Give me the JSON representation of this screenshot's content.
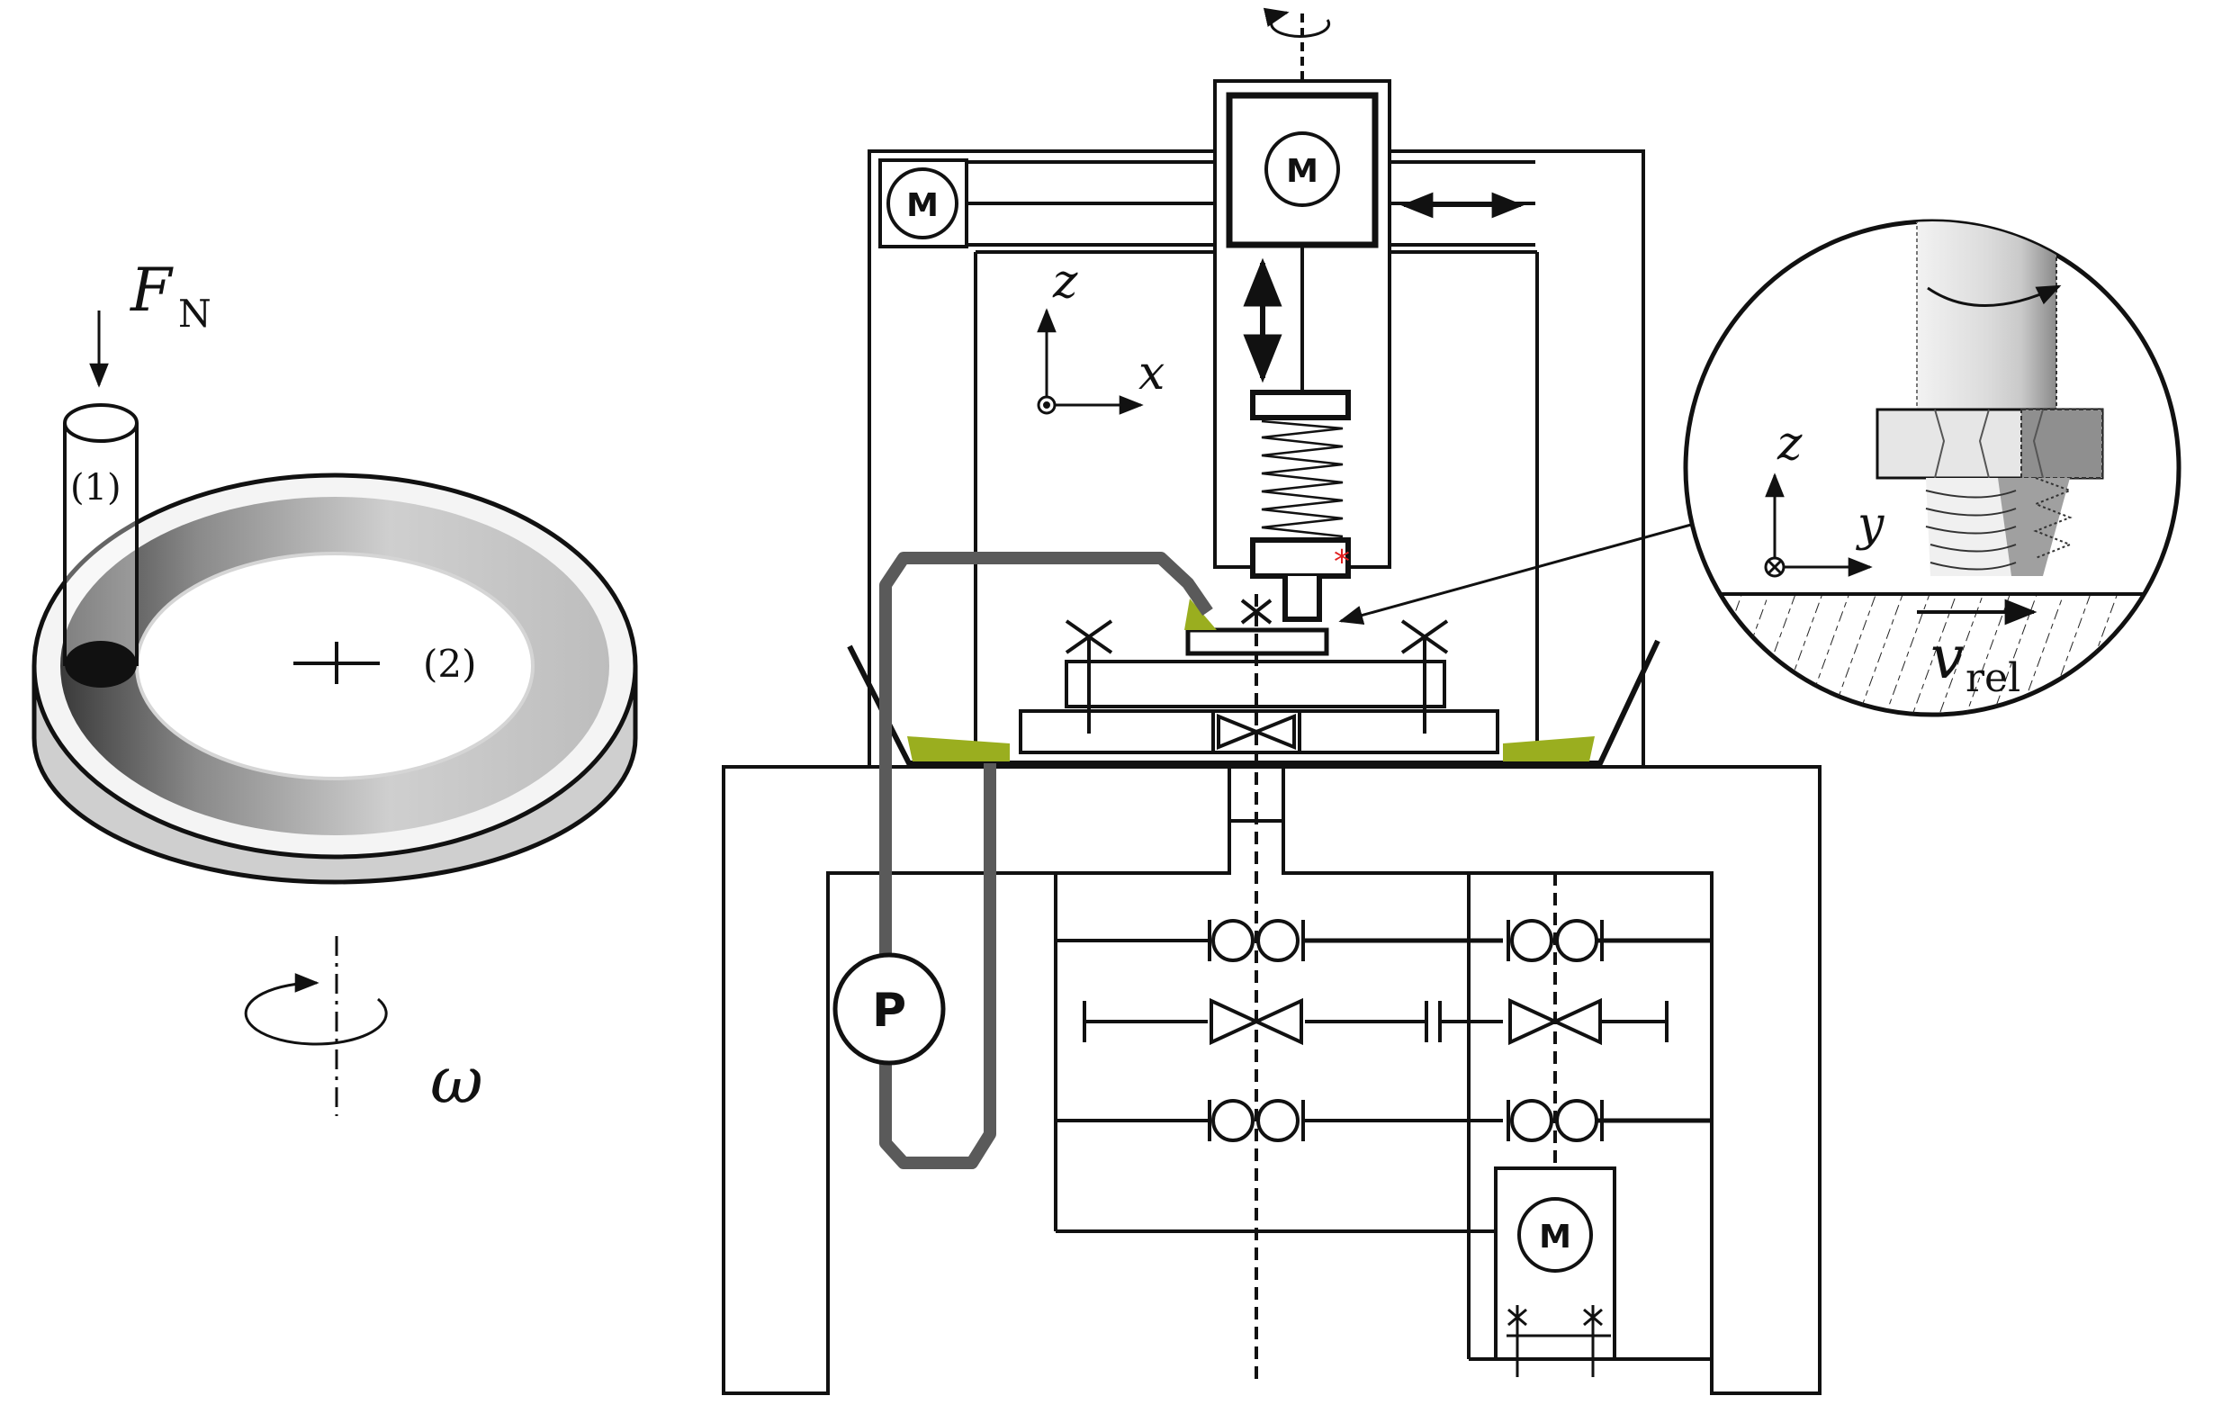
{
  "left_figure": {
    "force_label": "F",
    "force_subscript": "N",
    "pin_label": "(1)",
    "disc_label": "(2)",
    "omega_label": "ω"
  },
  "right_figure": {
    "motor_label": "M",
    "pump_label": "P",
    "axis_z": "z",
    "axis_x": "x",
    "axis_y": "y"
  },
  "detail": {
    "velocity_label": "v",
    "velocity_subscript": "rel"
  },
  "colors": {
    "line": "#111111",
    "fluid": "#9aae1f",
    "hose": "#5a5a5a",
    "marker": "#e02020"
  },
  "icons": {
    "motor": "circle-m-icon",
    "pump": "circle-p-icon",
    "spring": "spring-icon",
    "valve": "bowtie-valve-icon",
    "bearing": "ball-bearing-icon",
    "rotation": "rotation-arrow-icon",
    "double_arrow": "double-arrow-icon"
  }
}
